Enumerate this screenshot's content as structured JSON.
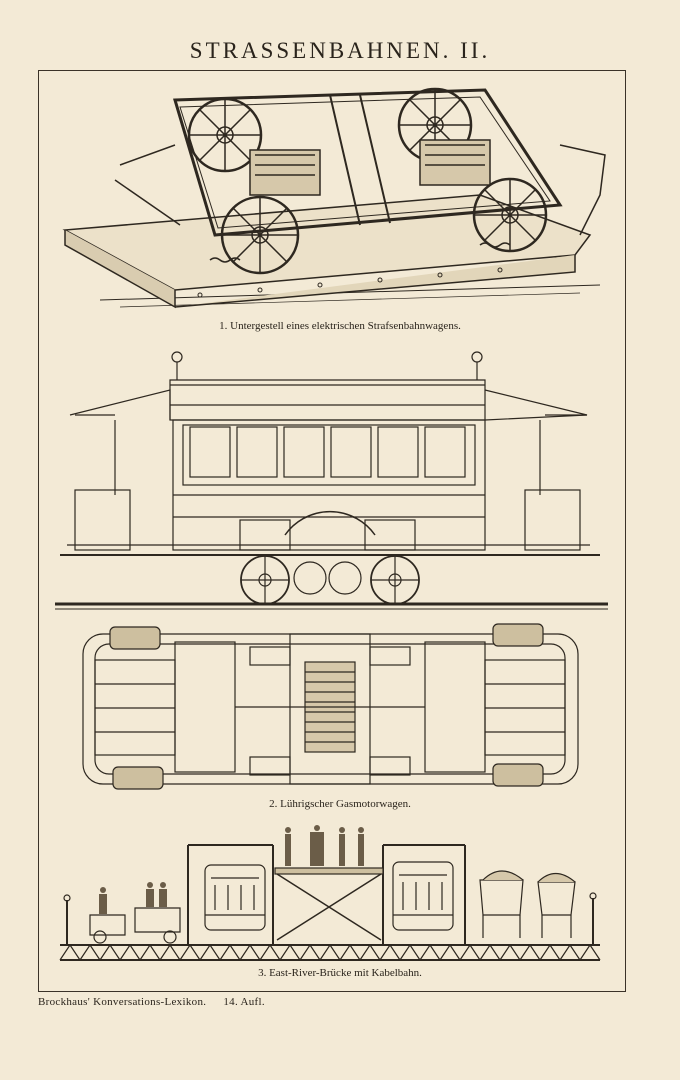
{
  "title": "STRASSENBAHNEN. II.",
  "figures": [
    {
      "caption": "1. Untergestell eines elektrischen Strafsenbahnwagens."
    },
    {
      "caption": "2. Lührigscher Gasmotorwagen."
    },
    {
      "caption": "3. East-River-Brücke mit Kabelbahn."
    }
  ],
  "footer": {
    "source": "Brockhaus' Konversations-Lexikon.",
    "edition": "14. Aufl."
  }
}
